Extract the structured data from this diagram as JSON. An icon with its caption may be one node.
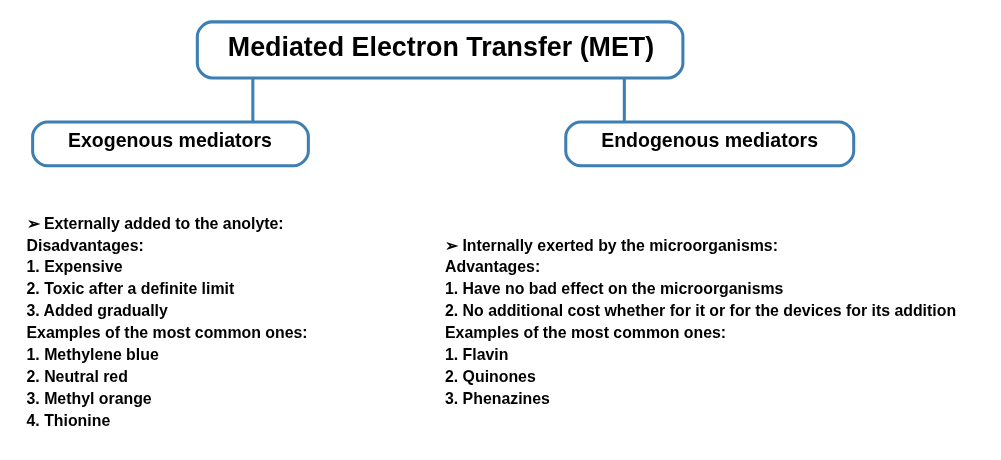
{
  "diagram": {
    "nodes": [
      {
        "text": [
          "Mediated Electron Transfer (MET)"
        ]
      },
      {
        "text": [
          "Exogenous mediators"
        ],
        "beside": [
          "➢ Externally added to the anolyte:",
          "Disadvantages:",
          "1. Expensive",
          "2. Toxic after a definite limit",
          "3. Added gradually",
          "Examples of the most common ones:",
          "1. Methylene blue",
          "2. Neutral red",
          "3. Methyl orange",
          "4. Thionine"
        ]
      },
      {
        "text": [
          "Endogenous mediators"
        ],
        "beside": [
          "➢ Internally exerted by the microorganisms:",
          "Advantages:",
          "1. Have no bad effect on the microorganisms",
          "2. No additional cost whether for it or for the devices for its addition",
          "Examples of the most common ones:",
          "1. Flavin",
          "2. Quinones",
          "3. Phenazines"
        ]
      }
    ],
    "edges": [
      {
        "from": 0,
        "to": 1,
        "arrow": "none"
      },
      {
        "from": 0,
        "to": 2,
        "arrow": "none"
      }
    ]
  }
}
